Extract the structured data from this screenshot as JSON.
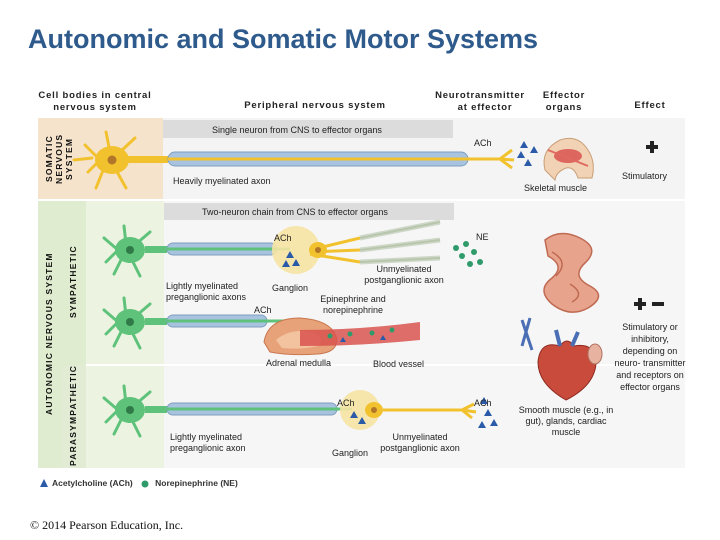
{
  "title": "Autonomic and Somatic Motor Systems",
  "headers": {
    "cell_bodies": "Cell bodies in central nervous system",
    "peripheral": "Peripheral nervous system",
    "neurotransmitter": "Neurotransmitter",
    "at_effector": "at effector",
    "effector": "Effector",
    "organs": "organs",
    "effect": "Effect"
  },
  "side_labels": {
    "somatic": "SOMATIC NERVOUS SYSTEM",
    "autonomic": "AUTONOMIC NERVOUS SYSTEM",
    "sympathetic": "SYMPATHETIC",
    "parasympathetic": "PARASYMPATHETIC"
  },
  "somatic": {
    "banner": "Single neuron from CNS to effector organs",
    "axon_label": "Heavily myelinated axon",
    "neurotransmitter": "ACh",
    "effector": "Skeletal muscle",
    "effect_symbol": "+",
    "effect": "Stimulatory"
  },
  "autonomic": {
    "banner": "Two-neuron chain from CNS to effector organs",
    "symp_ganglion_nt": "ACh",
    "symp_effector_nt": "NE",
    "unmyelinated": "Unmyelinated postganglionic axon",
    "lightly_myelinated": "Lightly myelinated preganglionic axons",
    "ganglion": "Ganglion",
    "epinephrine": "Epinephrine and norepinephrine",
    "ach_adrenal": "ACh",
    "adrenal": "Adrenal medulla",
    "blood_vessel": "Blood vessel",
    "para_ganglion_nt": "ACh",
    "para_effector_nt": "ACh",
    "para_lightly": "Lightly myelinated preganglionic axon",
    "para_ganglion": "Ganglion",
    "para_unmyelinated": "Unmyelinated postganglionic axon",
    "effector": "Smooth muscle (e.g., in gut), glands, cardiac muscle",
    "effect_symbol": "+ –",
    "effect": "Stimulatory or inhibitory, depending on neuro- transmitter and receptors on effector organs"
  },
  "legend": {
    "ach": "Acetylcholine (ACh)",
    "ne": "Norepinephrine (NE)"
  },
  "copyright": "© 2014 Pearson Education, Inc.",
  "colors": {
    "title": "#2e5a8c",
    "somatic_band": "#f6e3cc",
    "sympathetic_band": "#dfeccf",
    "parasympathetic_band": "#e2ecd4",
    "neuron_yellow": "#f2c12e",
    "neuron_green": "#5fc27a",
    "myelin_blue": "#a7c3df",
    "ach": "#2a5aa8",
    "ne": "#2f9a6a"
  }
}
